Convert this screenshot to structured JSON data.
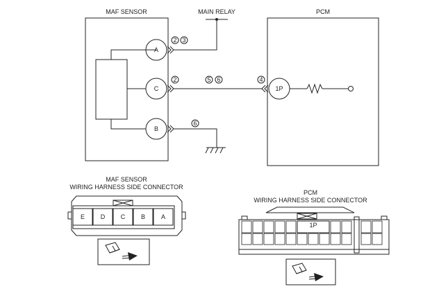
{
  "maf_box_title": "MAF SENSOR",
  "main_relay_label": "MAIN RELAY",
  "pcm_box_title": "PCM",
  "maf_pins": {
    "a": "A",
    "c": "C",
    "b": "B"
  },
  "pcm_pin": "1P",
  "callouts": {
    "a_line": [
      "2",
      "3"
    ],
    "c_line_left": [
      "2"
    ],
    "c_line_mid": [
      "5",
      "6"
    ],
    "c_line_right": [
      "4"
    ],
    "b_line": [
      "6"
    ]
  },
  "maf_connector": {
    "title_line1": "MAF SENSOR",
    "title_line2": "WIRING HARNESS SIDE CONNECTOR",
    "pins": [
      "E",
      "D",
      "C",
      "B",
      "A"
    ]
  },
  "pcm_connector": {
    "title_line1": "PCM",
    "title_line2": "WIRING HARNESS SIDE CONNECTOR",
    "pin_label": "1P"
  }
}
